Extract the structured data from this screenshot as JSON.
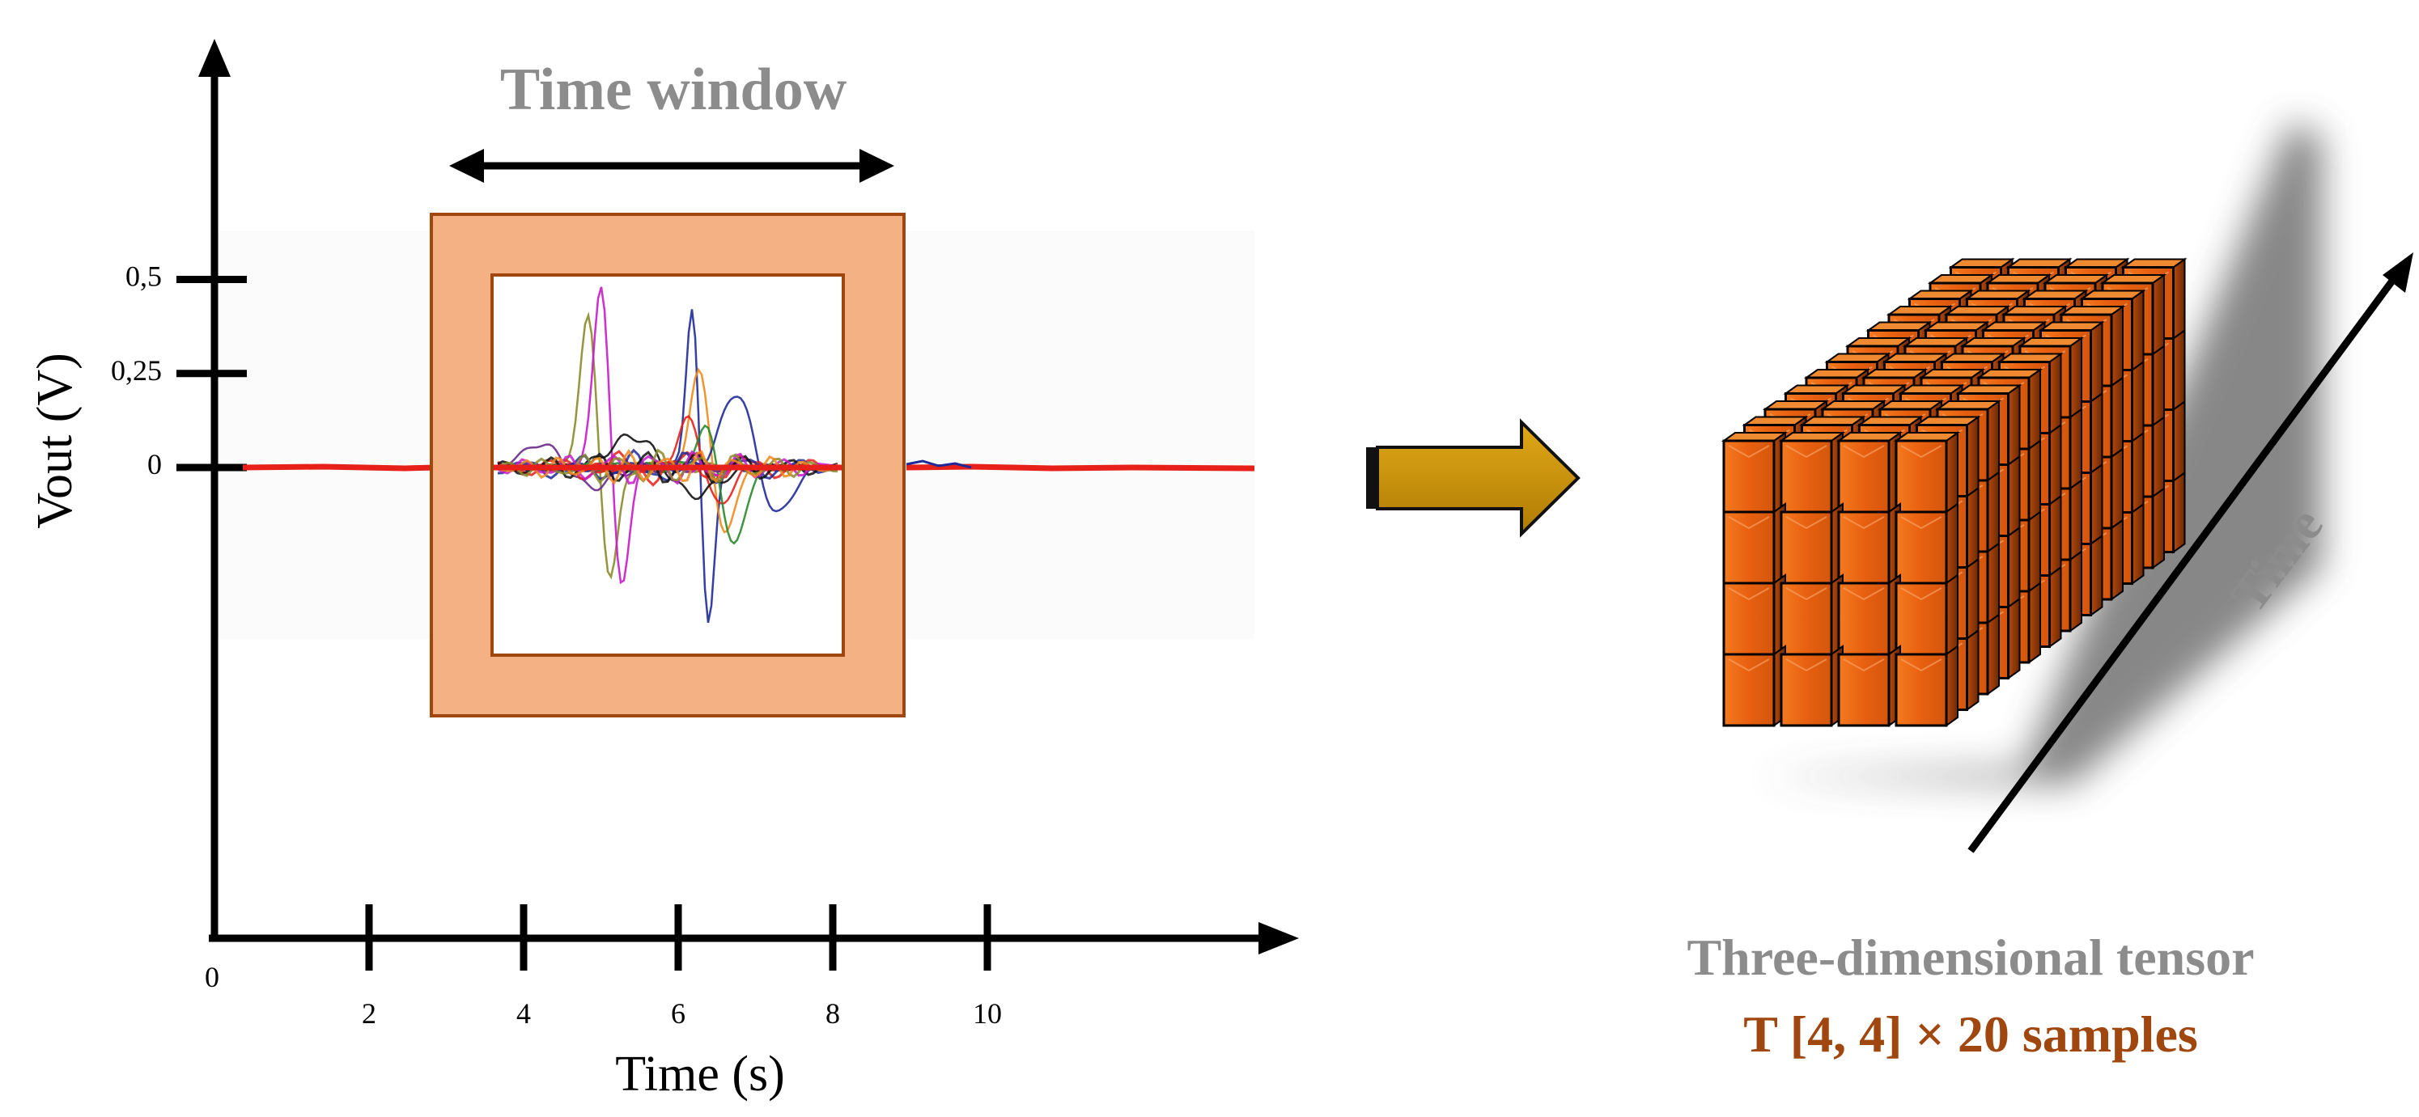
{
  "left_panel": {
    "time_window_label": "Time window",
    "y_axis_label": "Vout (V)",
    "x_axis_label": "Time (s)",
    "y_ticks": [
      {
        "label": "0,5",
        "value": 0.5
      },
      {
        "label": "0,25",
        "value": 0.25
      },
      {
        "label": "0",
        "value": 0
      }
    ],
    "x_ticks": [
      {
        "label": "0",
        "value": 0
      },
      {
        "label": "2",
        "value": 2
      },
      {
        "label": "4",
        "value": 4
      },
      {
        "label": "6",
        "value": 6
      },
      {
        "label": "8",
        "value": 8
      },
      {
        "label": "10",
        "value": 10
      }
    ],
    "signal_colors": [
      "#e8201a",
      "#1f2a9a",
      "#111111",
      "#c71ac9",
      "#8a8a2a",
      "#f08a1c",
      "#2a8a2a",
      "#6a2a8a",
      "#1a9a9a"
    ],
    "window_frame_color": "#f4b183"
  },
  "right_panel": {
    "tensor_caption_line1": "Three-dimensional tensor",
    "tensor_caption_line2": "T [4, 4] × 20 samples",
    "time_axis_label": "Time",
    "cube_color": "#e8650f",
    "caption_line2_color": "#a0470f",
    "label_grey": "#8c8c8c"
  },
  "connector": {
    "arrow_color": "#cc9306"
  }
}
